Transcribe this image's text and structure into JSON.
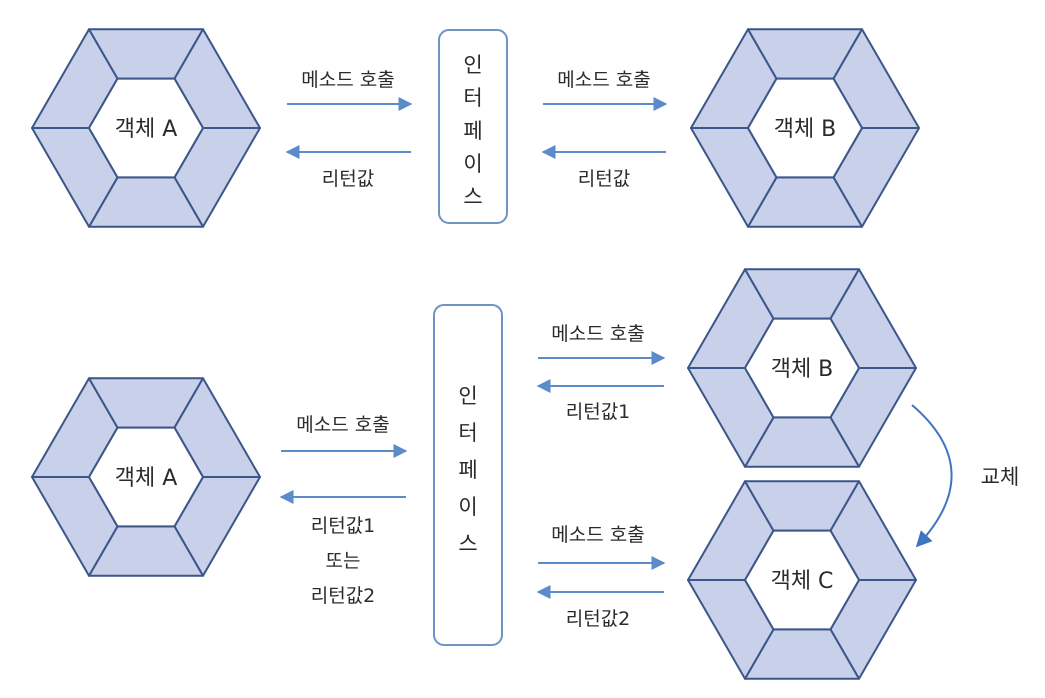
{
  "colors": {
    "hex_fill": "#c8d0ea",
    "hex_stroke": "#3c568a",
    "arrow": "#5b8bc9",
    "box_stroke": "#6f93c4",
    "text": "#2b2b2b"
  },
  "top": {
    "object_a": "객체 A",
    "object_b": "객체 B",
    "interface_chars": [
      "인",
      "터",
      "페",
      "이",
      "스"
    ],
    "left_call": "메소드 호출",
    "left_return": "리턴값",
    "right_call": "메소드 호출",
    "right_return": "리턴값"
  },
  "bottom": {
    "object_a": "객체 A",
    "object_b": "객체 B",
    "object_c": "객체 C",
    "interface_chars": [
      "인",
      "터",
      "페",
      "이",
      "스"
    ],
    "left_call": "메소드 호출",
    "left_return_lines": [
      "리턴값1",
      "또는",
      "리턴값2"
    ],
    "b_call": "메소드 호출",
    "b_return": "리턴값1",
    "c_call": "메소드 호출",
    "c_return": "리턴값2",
    "replace_label": "교체"
  }
}
